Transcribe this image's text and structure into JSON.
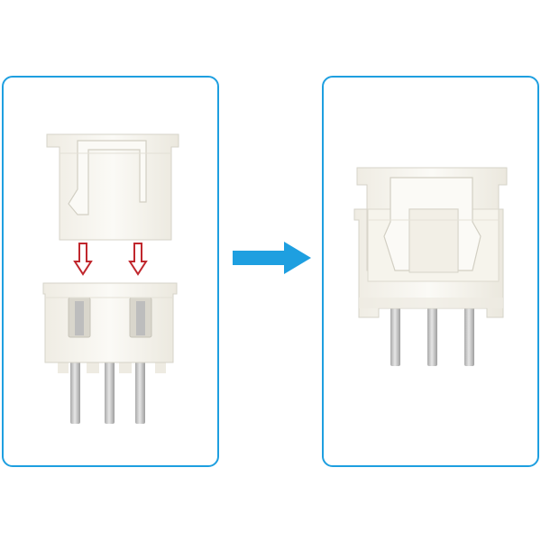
{
  "colors": {
    "panel_border": "#1e9fe0",
    "transition_arrow": "#1e9fe0",
    "insert_arrow": "#c0272d",
    "housing": "#f7f5ee",
    "housing_shadow": "#dedbd0",
    "pin": "#c9c9c9"
  },
  "panels": {
    "left": {
      "content": "unmated-connector-pair"
    },
    "right": {
      "content": "mated-connector"
    }
  },
  "icons": {
    "insert_arrow": "arrow-down-outline-icon",
    "transition_arrow": "arrow-right-icon"
  },
  "connector": {
    "pin_count": 3
  }
}
